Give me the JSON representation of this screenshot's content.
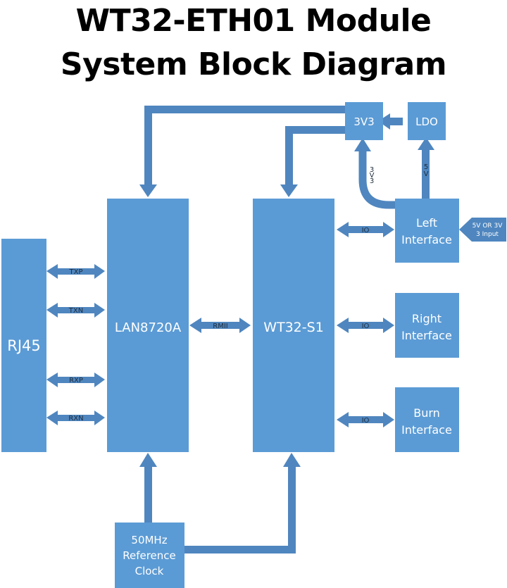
{
  "title": {
    "line1": "WT32-ETH01 Module",
    "line2": "System Block Diagram"
  },
  "blocks": {
    "rj45": "RJ45",
    "lan": "LAN8720A",
    "wt32": "WT32-S1",
    "v33": "3V3",
    "ldo": "LDO",
    "left_interface": [
      "Left",
      "Interface"
    ],
    "right_interface": [
      "Right",
      "Interface"
    ],
    "burn_interface": [
      "Burn",
      "Interface"
    ],
    "clock": [
      "50MHz",
      "Reference",
      "Clock"
    ]
  },
  "signals": {
    "txp": "TXP",
    "txn": "TXN",
    "rxp": "RXP",
    "rxn": "RXN",
    "rmii": "RMII",
    "io_left": "IO",
    "io_right": "IO",
    "io_burn": "IO",
    "v33_vertical": [
      "3",
      "V",
      "3"
    ],
    "v5_vertical": [
      "5",
      "V"
    ],
    "input": [
      "5V OR 3V",
      "3 Input"
    ]
  },
  "colors": {
    "block": "#5b9bd5",
    "arrow": "#4f86bf"
  }
}
